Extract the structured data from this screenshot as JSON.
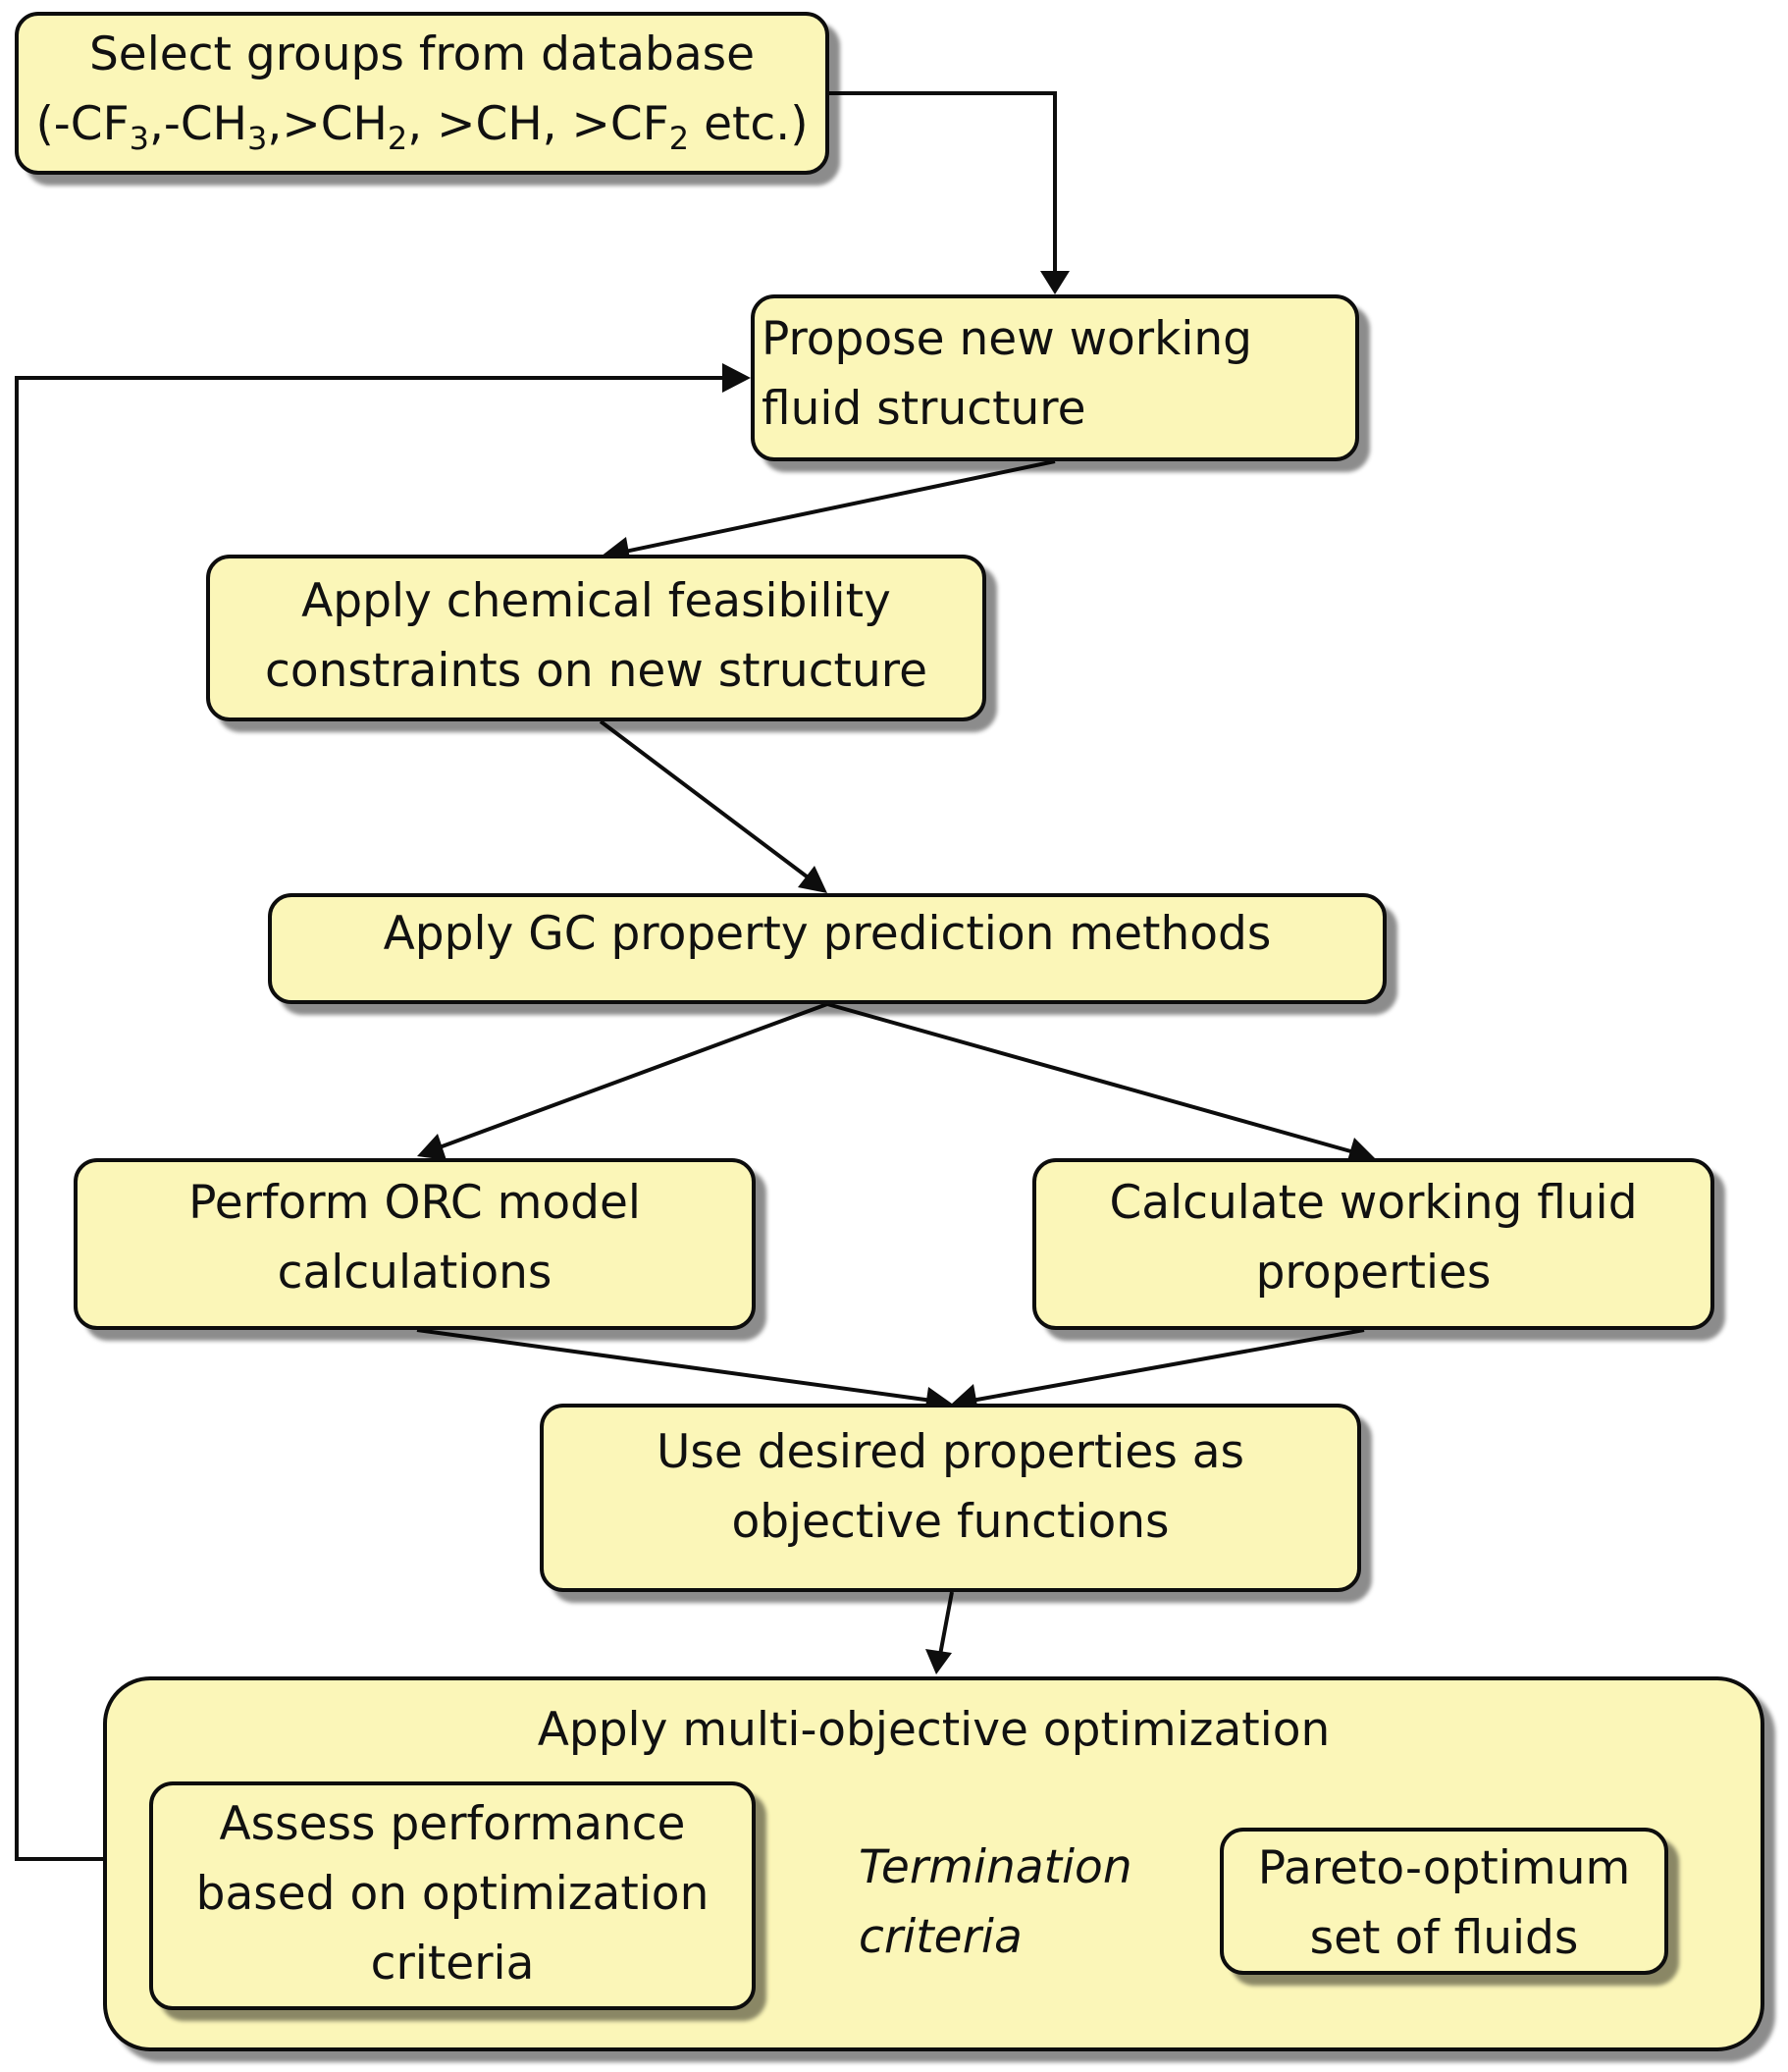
{
  "boxes": {
    "select_groups": {
      "line1": "Select groups from database",
      "line2": {
        "p1": "(-CF",
        "s1": "3",
        "p2": ",-CH",
        "s2": "3",
        "p3": ",>CH",
        "s3": "2",
        "p4": ", >CH, >CF",
        "s4": "2",
        "p5": " etc.)"
      }
    },
    "propose": {
      "line1": "Propose new working",
      "line2": "fluid structure"
    },
    "feasibility": {
      "line1": "Apply chemical feasibility",
      "line2": "constraints on new structure"
    },
    "gc_methods": {
      "line1": "Apply  GC property prediction methods"
    },
    "orc_model": {
      "line1": "Perform ORC model",
      "line2": "calculations"
    },
    "fluid_properties": {
      "line1": "Calculate working fluid",
      "line2": "properties"
    },
    "objective": {
      "line1": "Use desired properties as",
      "line2": "objective functions"
    },
    "optimization": {
      "title": "Apply multi-objective optimization"
    },
    "assess": {
      "line1": "Assess performance",
      "line2": "based on optimization",
      "line3": "criteria"
    },
    "pareto": {
      "line1": "Pareto-optimum",
      "line2": "set of fluids"
    }
  },
  "edges": {
    "termination": {
      "line1": "Termination",
      "line2": "criteria"
    }
  },
  "colors": {
    "box_fill": "#fbf6b8",
    "stroke": "#0d0d0d",
    "shadow": "rgba(0,0,0,0.45)"
  }
}
